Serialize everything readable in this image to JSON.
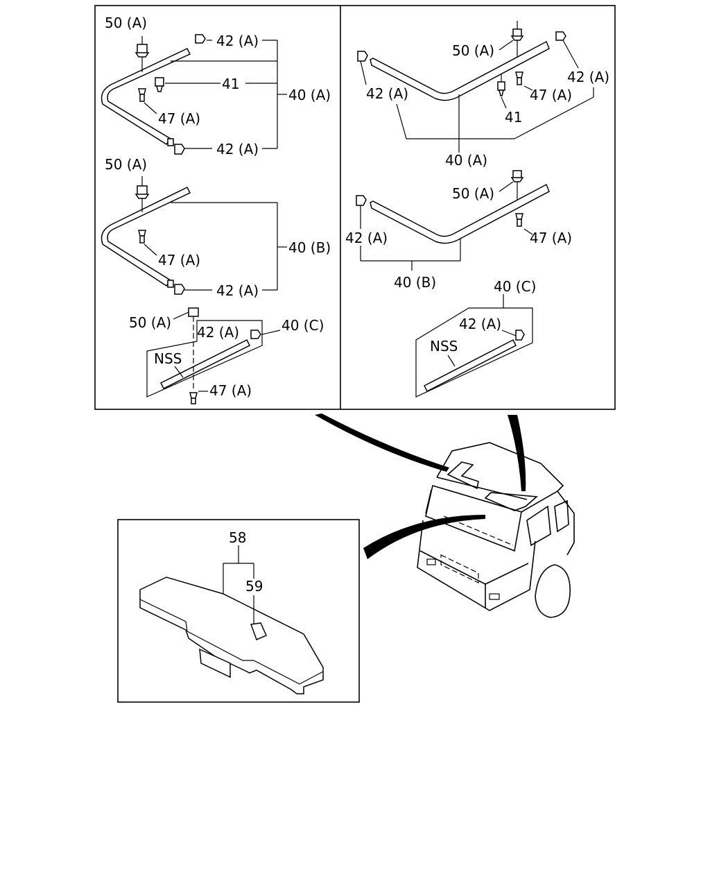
{
  "panels": {
    "left": {
      "assembly_a": {
        "clip": "50 (A)",
        "cap_top": "42 (A)",
        "grommet": "41",
        "screw": "47 (A)",
        "cap_bottom": "42 (A)",
        "group": "40 (A)"
      },
      "assembly_b": {
        "clip": "50 (A)",
        "screw": "47 (A)",
        "cap": "42 (A)",
        "group": "40 (B)"
      },
      "assembly_c": {
        "clip": "50 (A)",
        "cap": "42 (A)",
        "group": "40 (C)",
        "nss": "NSS",
        "screw": "47 (A)"
      }
    },
    "right": {
      "assembly_a": {
        "clip": "50 (A)",
        "cap_right": "42 (A)",
        "cap_left": "42 (A)",
        "screw": "47 (A)",
        "grommet": "41",
        "group": "40 (A)"
      },
      "assembly_b": {
        "clip": "50 (A)",
        "cap": "42 (A)",
        "screw": "47 (A)",
        "group": "40 (B)"
      },
      "assembly_c": {
        "group": "40 (C)",
        "cap": "42 (A)",
        "nss": "NSS"
      }
    }
  },
  "lower_panel": {
    "part": "58",
    "sub_part": "59"
  }
}
